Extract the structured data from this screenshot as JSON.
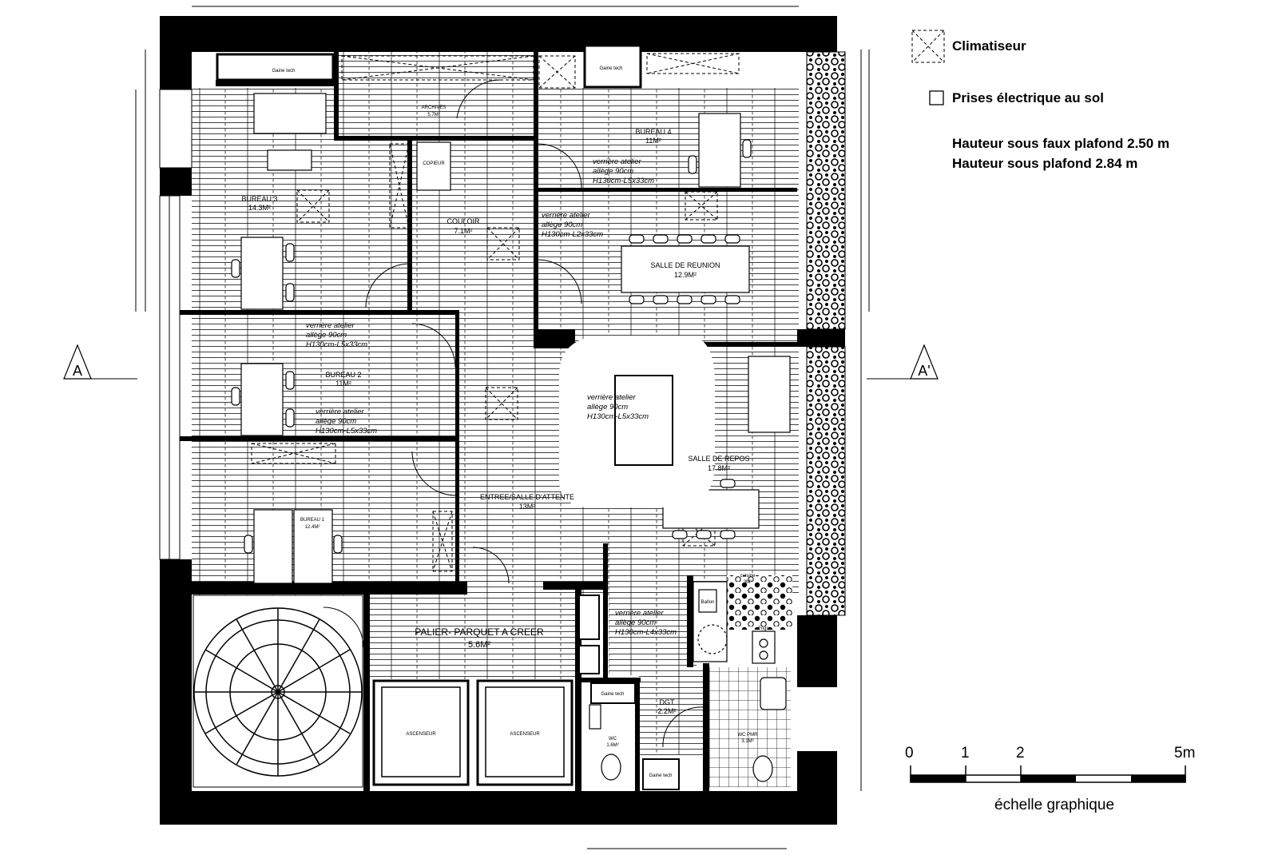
{
  "legend": {
    "climatiseur": "Climatiseur",
    "prises": "Prises électrique au sol",
    "hauteur_faux_plafond": "Hauteur sous faux plafond 2.50 m",
    "hauteur_plafond": "Hauteur sous plafond 2.84 m"
  },
  "section_marks": {
    "left": "A",
    "right": "A'"
  },
  "scale": {
    "ticks": [
      "0",
      "1",
      "2",
      "5m"
    ],
    "caption": "échelle graphique"
  },
  "rooms": {
    "bureau3": {
      "name": "BUREAU 3",
      "area": "14.3M²"
    },
    "bureau2": {
      "name": "BUREAU 2",
      "area": "11M²"
    },
    "bureau1": {
      "name": "BUREAU 1",
      "area": "12.4M²"
    },
    "bureau4": {
      "name": "BUREAU 4",
      "area": "11M²"
    },
    "archives": {
      "name": "ARCHIVES",
      "area": "5.7M²"
    },
    "couloir": {
      "name": "COULOIR",
      "area": "7.1M²"
    },
    "reunion": {
      "name": "SALLE DE REUNION",
      "area": "12.9M²"
    },
    "repos": {
      "name": "SALLE DE REPOS",
      "area": "17.8M²"
    },
    "entree": {
      "name": "ENTREE/SALLE D'ATTENTE",
      "area": "13M²"
    },
    "palier": {
      "name": "PALIER- PARQUET A CREER",
      "area": "5.6M²"
    },
    "dgt": {
      "name": "DGT",
      "area": "2.2M²"
    },
    "wc": {
      "name": "WC",
      "area": "1.6M²"
    },
    "wc_pmr": {
      "name": "WC PMR",
      "area": "3.1M²"
    },
    "cuisine": {
      "name": "cuisine",
      "area": "3M²"
    }
  },
  "fixtures": {
    "ascenseur": "ASCENSEUR",
    "gaine_tech": "Gaine tech",
    "copieur": "COPIEUR",
    "ballon": "Ballon",
    "frigo": "Frigo"
  },
  "verrieres": {
    "v1": [
      "verrière atelier",
      "allège 90cm",
      "H130cm-L5x33cm"
    ],
    "v2": [
      "verrière atelier",
      "allège 90cm",
      "H130cm-L2x33cm"
    ],
    "v3": [
      "verrière atelier",
      "allège 90cm",
      "H130cm-L5x33cm"
    ],
    "v4": [
      "verrière atelier",
      "allège 90cm",
      "H130cm-L5x33cm"
    ],
    "v5": [
      "verrière atelier",
      "allège 90cm",
      "H130cm-L5x33cm"
    ],
    "v6": [
      "verrière atelier",
      "allège 90cm",
      "H130cm-L4x33cm"
    ]
  }
}
